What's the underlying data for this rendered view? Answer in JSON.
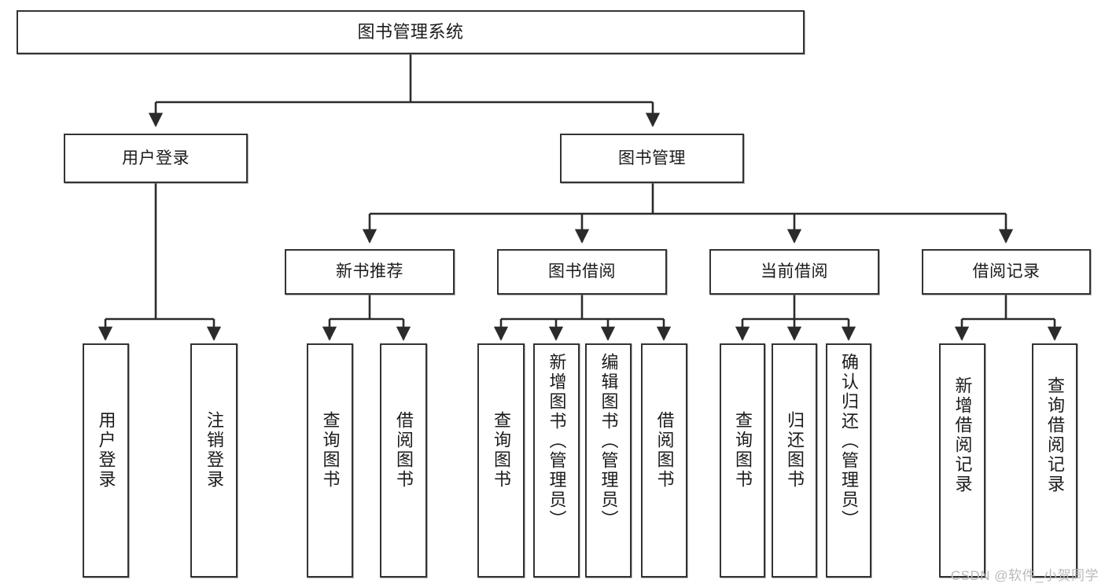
{
  "diagram": {
    "title": "图书管理系统",
    "type": "tree",
    "orientation": "top-down",
    "colors": {
      "box_border": "#333333",
      "box_fill": "#ffffff",
      "edge": "#2b2b2b",
      "text": "#1b1b1b",
      "watermark": "#b9b9b9"
    }
  },
  "watermark": "CSDN @软件_小贺同学",
  "nodes": {
    "root": {
      "id": "root",
      "label": "图书管理系统",
      "level": 1,
      "orientation": "horizontal"
    },
    "level2": [
      {
        "id": "user-login",
        "label": "用户登录",
        "level": 2,
        "orientation": "horizontal"
      },
      {
        "id": "book-manage",
        "label": "图书管理",
        "level": 2,
        "orientation": "horizontal"
      }
    ],
    "level3": [
      {
        "id": "new-book-recommend",
        "label": "新书推荐",
        "level": 3,
        "orientation": "horizontal",
        "parent": "book-manage"
      },
      {
        "id": "book-borrow",
        "label": "图书借阅",
        "level": 3,
        "orientation": "horizontal",
        "parent": "book-manage"
      },
      {
        "id": "current-borrow",
        "label": "当前借阅",
        "level": 3,
        "orientation": "horizontal",
        "parent": "book-manage"
      },
      {
        "id": "borrow-record",
        "label": "借阅记录",
        "level": 3,
        "orientation": "horizontal",
        "parent": "book-manage"
      }
    ],
    "leaves": [
      {
        "id": "leaf-user-login",
        "label": "用户登录",
        "parent": "user-login",
        "orientation": "vertical"
      },
      {
        "id": "leaf-user-logout",
        "label": "注销登录",
        "parent": "user-login",
        "orientation": "vertical"
      },
      {
        "id": "leaf-query-book-1",
        "label": "查询图书",
        "parent": "new-book-recommend",
        "orientation": "vertical"
      },
      {
        "id": "leaf-borrow-book-1",
        "label": "借阅图书",
        "parent": "new-book-recommend",
        "orientation": "vertical"
      },
      {
        "id": "leaf-query-book-2",
        "label": "查询图书",
        "parent": "book-borrow",
        "orientation": "vertical"
      },
      {
        "id": "leaf-add-book",
        "label": "新增图书（管理员）",
        "parent": "book-borrow",
        "orientation": "vertical"
      },
      {
        "id": "leaf-edit-book",
        "label": "编辑图书（管理员）",
        "parent": "book-borrow",
        "orientation": "vertical"
      },
      {
        "id": "leaf-borrow-book-2",
        "label": "借阅图书",
        "parent": "book-borrow",
        "orientation": "vertical"
      },
      {
        "id": "leaf-query-book-3",
        "label": "查询图书",
        "parent": "current-borrow",
        "orientation": "vertical"
      },
      {
        "id": "leaf-return-book",
        "label": "归还图书",
        "parent": "current-borrow",
        "orientation": "vertical"
      },
      {
        "id": "leaf-confirm-return",
        "label": "确认归还（管理员）",
        "parent": "current-borrow",
        "orientation": "vertical"
      },
      {
        "id": "leaf-add-record",
        "label": "新增借阅记录",
        "parent": "borrow-record",
        "orientation": "vertical"
      },
      {
        "id": "leaf-query-record",
        "label": "查询借阅记录",
        "parent": "borrow-record",
        "orientation": "vertical"
      }
    ]
  }
}
